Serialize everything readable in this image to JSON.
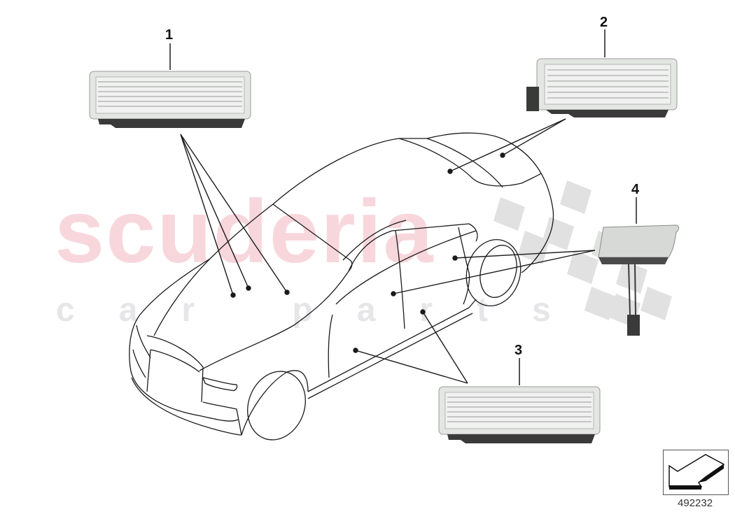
{
  "diagram": {
    "type": "parts-diagram",
    "subject": "Car interior / exterior courtesy lights",
    "watermark": {
      "main_text": "scuderia",
      "sub_text": "car parts",
      "main_color": "#f8d7dc",
      "sub_color": "#e6e6e8"
    },
    "callouts": [
      {
        "id": "1",
        "label": "1",
        "part": "light unit (front cabin)",
        "pointers": 3
      },
      {
        "id": "2",
        "label": "2",
        "part": "light unit with connector (roof/rear)",
        "pointers": 2
      },
      {
        "id": "3",
        "label": "3",
        "part": "light unit (door sill)",
        "pointers": 2
      },
      {
        "id": "4",
        "label": "4",
        "part": "light unit with wire lead (door)",
        "pointers": 2
      }
    ],
    "reference": {
      "icon": "view-direction-arrow-icon",
      "number": "492232"
    },
    "colors": {
      "line": "#1a1a1a",
      "part_body": "#e4e6e4",
      "part_base": "#3a3a3a",
      "checker": "#dcdcdc"
    }
  }
}
